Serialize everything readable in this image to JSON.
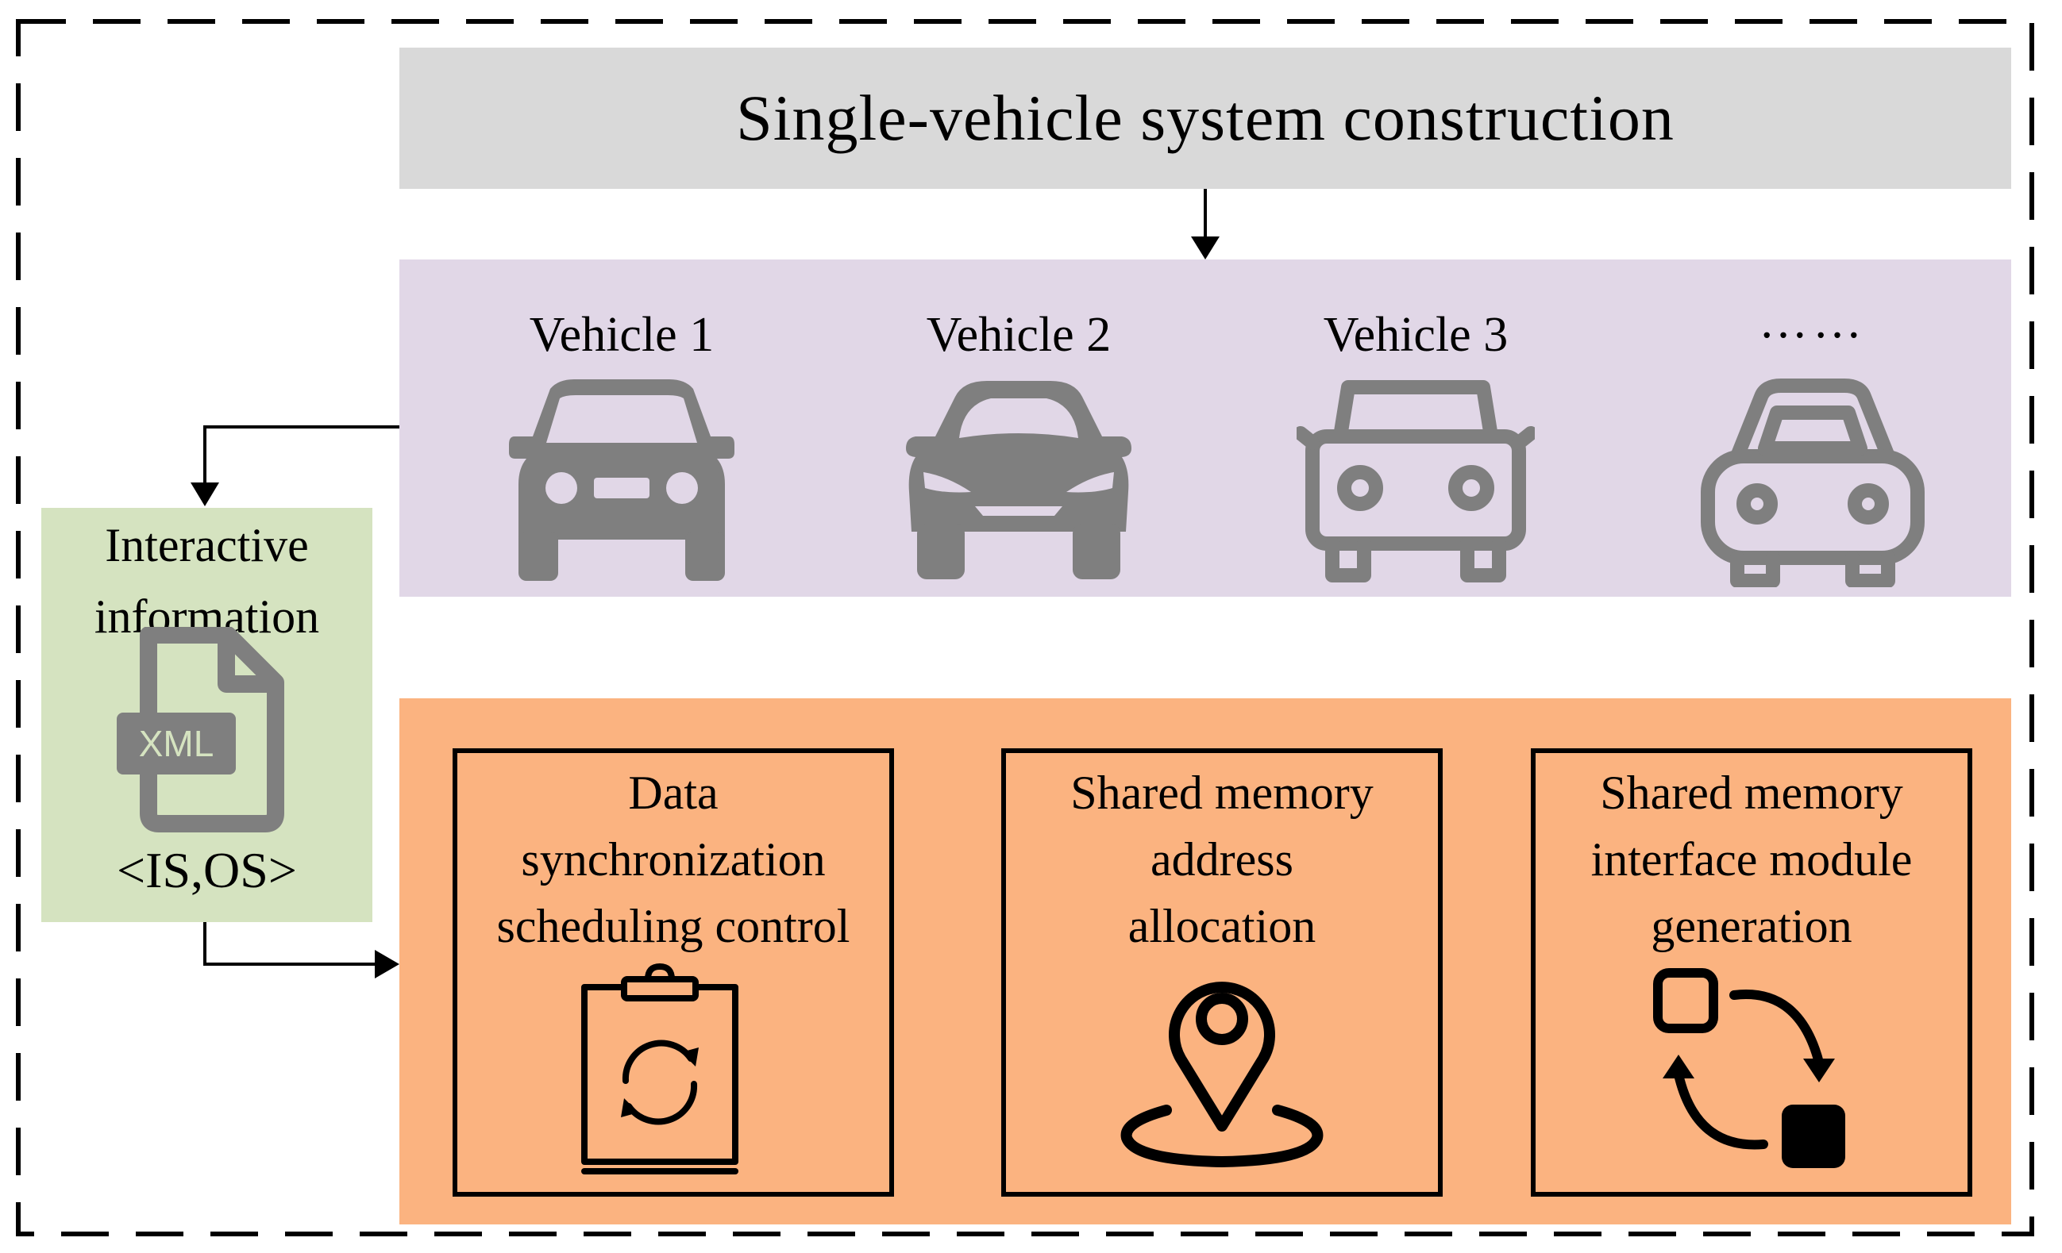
{
  "header": {
    "title": "Single-vehicle system construction"
  },
  "vehicles": [
    {
      "label": "Vehicle 1",
      "icon": "car-front-icon"
    },
    {
      "label": "Vehicle 2",
      "icon": "sports-car-front-icon"
    },
    {
      "label": "Vehicle 3",
      "icon": "classic-car-outline-icon"
    },
    {
      "label": "……",
      "icon": "car-outline-icon"
    }
  ],
  "interactive": {
    "title_lines": [
      "Interactive",
      "information"
    ],
    "file_badge": "XML",
    "footer": "<IS,OS>"
  },
  "functions": [
    {
      "lines": [
        "Data",
        "synchronization",
        "scheduling control"
      ],
      "icon": "clipboard-sync-icon"
    },
    {
      "lines": [
        "Shared memory",
        "address",
        "allocation"
      ],
      "icon": "location-pin-icon"
    },
    {
      "lines": [
        "Shared memory",
        "interface module",
        "generation"
      ],
      "icon": "swap-cycle-icon"
    }
  ],
  "colors": {
    "header_bg": "#d9d9d9",
    "vehicle_band_bg": "#e1d7e7",
    "function_band_bg": "#fbb380",
    "interactive_bg": "#d5e3c0",
    "icon_gray": "#7f7f7f"
  }
}
